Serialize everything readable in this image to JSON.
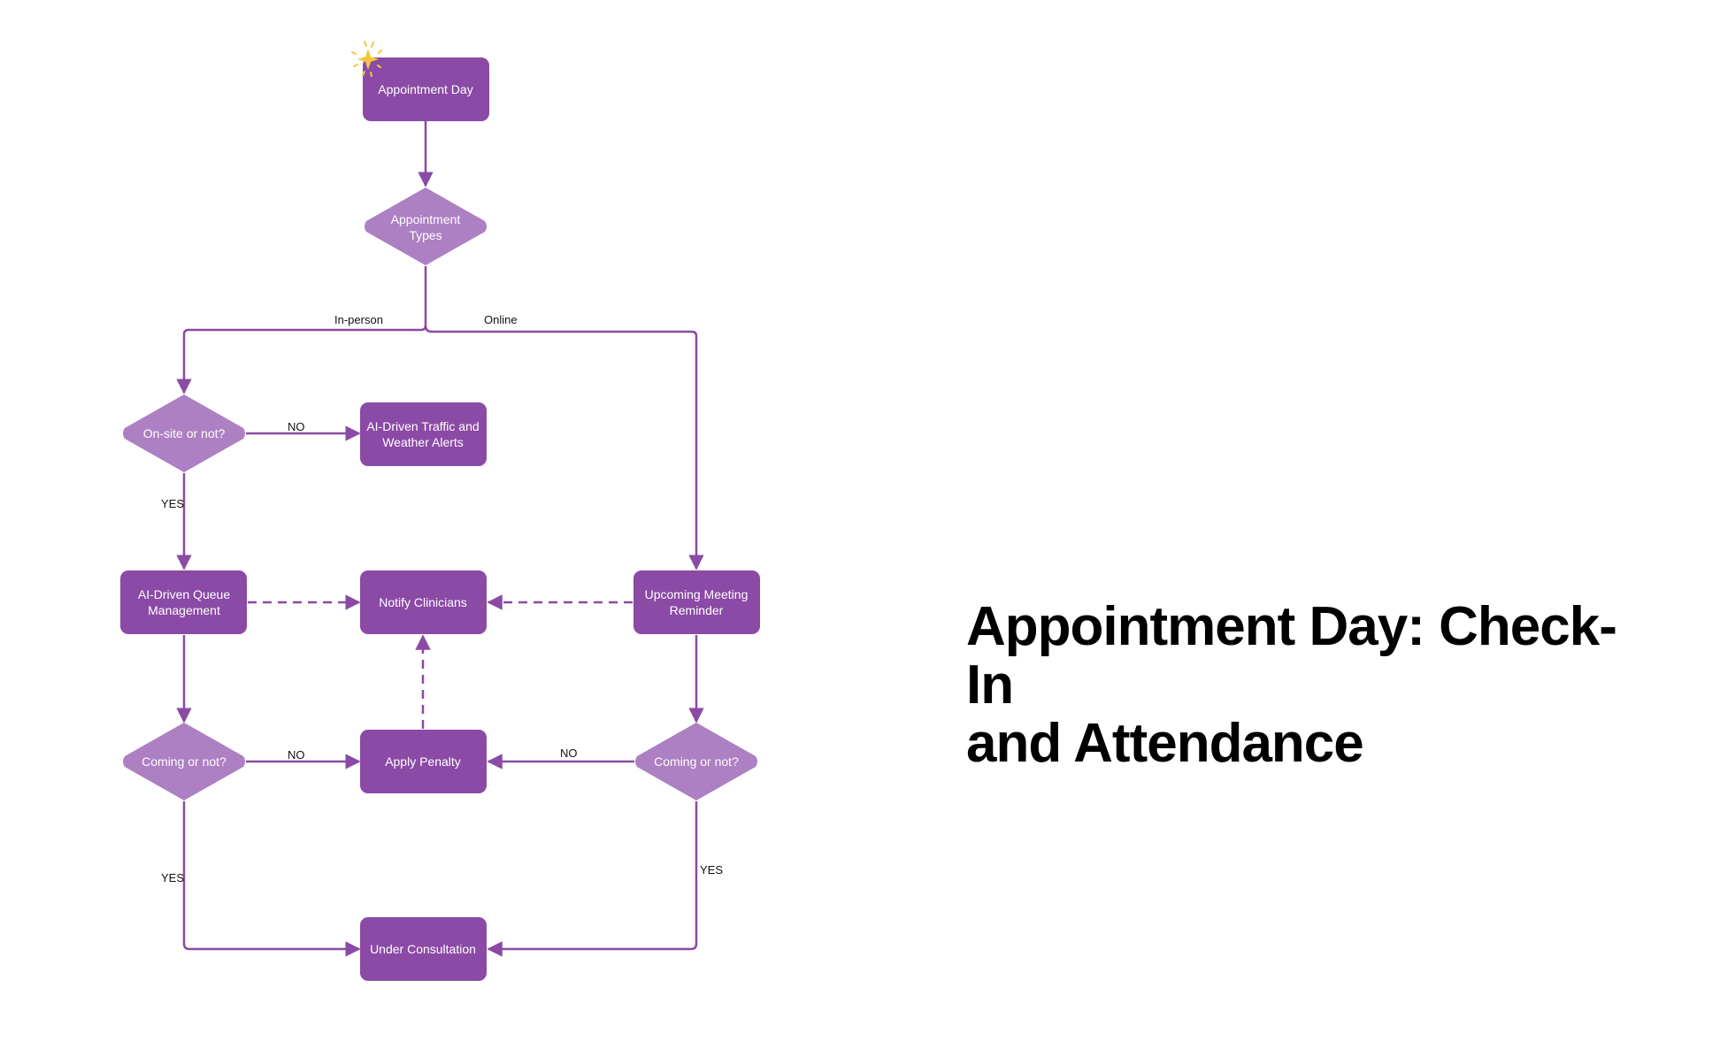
{
  "title_line1": "Appointment Day: Check-In",
  "title_line2": "and Attendance",
  "colors": {
    "box": "#8a4aa5",
    "diamond": "#ad7fc3",
    "edge": "#8a4aa5",
    "sparkle": "#f5c542"
  },
  "nodes": {
    "appointment_day": "Appointment Day",
    "appointment_types_1": "Appointment",
    "appointment_types_2": "Types",
    "onsite": "On-site or not?",
    "traffic_1": "AI-Driven Traffic and",
    "traffic_2": "Weather Alerts",
    "queue_1": "AI-Driven Queue",
    "queue_2": "Management",
    "notify": "Notify Clinicians",
    "reminder_1": "Upcoming Meeting",
    "reminder_2": "Reminder",
    "coming_left": "Coming or not?",
    "penalty": "Apply Penalty",
    "coming_right": "Coming or not?",
    "consultation": "Under Consultation"
  },
  "edge_labels": {
    "in_person": "In-person",
    "online": "Online",
    "no_traffic": "NO",
    "yes_onsite": "YES",
    "no_left": "NO",
    "no_right": "NO",
    "yes_left": "YES",
    "yes_right": "YES"
  }
}
